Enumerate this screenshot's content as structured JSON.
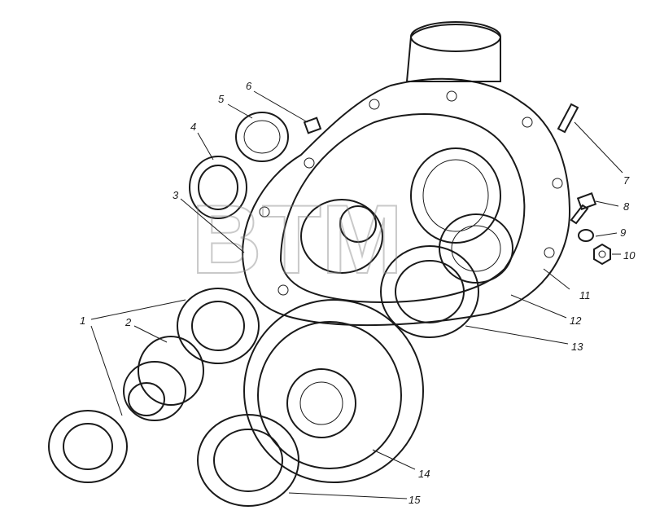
{
  "watermark": {
    "text": "BTM"
  },
  "callouts": [
    {
      "id": "c1",
      "text": "1"
    },
    {
      "id": "c2",
      "text": "2"
    },
    {
      "id": "c3",
      "text": "3"
    },
    {
      "id": "c4",
      "text": "4"
    },
    {
      "id": "c5",
      "text": "5"
    },
    {
      "id": "c6",
      "text": "6"
    },
    {
      "id": "c7",
      "text": "7"
    },
    {
      "id": "c8",
      "text": "8"
    },
    {
      "id": "c9",
      "text": "9"
    },
    {
      "id": "c10",
      "text": "10"
    },
    {
      "id": "c11",
      "text": "11"
    },
    {
      "id": "c12",
      "text": "12"
    },
    {
      "id": "c13",
      "text": "13"
    },
    {
      "id": "c14",
      "text": "14"
    },
    {
      "id": "c15",
      "text": "15"
    }
  ]
}
